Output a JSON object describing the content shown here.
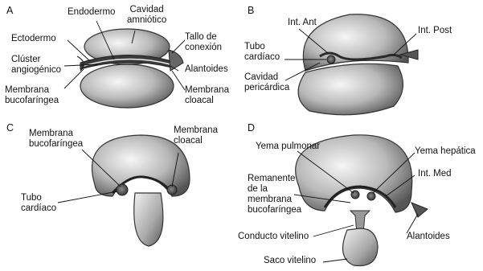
{
  "panels": [
    {
      "letter": "A",
      "labels": {
        "endodermo": "Endodermo",
        "cavidad_amniotica": "Cavidad\namniótico",
        "ectodermo": "Ectodermo",
        "tallo_conexion": "Tallo de\nconexión",
        "cluster_angiogenico": "Clúster\nangiogénico",
        "alantoides": "Alantoides",
        "membrana_bucofaringea": "Membrana\nbucofaríngea",
        "membrana_cloacal": "Membrana\ncloacal"
      }
    },
    {
      "letter": "B",
      "labels": {
        "int_ant": "Int. Ant",
        "int_post": "Int. Post",
        "tubo_cardiaco": "Tubo\ncardíaco",
        "cavidad_pericardica": "Cavidad\npericárdica"
      }
    },
    {
      "letter": "C",
      "labels": {
        "membrana_bucofaringea": "Membrana\nbucofaríngea",
        "membrana_cloacal": "Membrana\ncloacal",
        "tubo_cardiaco": "Tubo\ncardíaco"
      }
    },
    {
      "letter": "D",
      "labels": {
        "yema_pulmonar": "Yema pulmonar",
        "yema_hepatica": "Yema hepática",
        "int_med": "Int. Med",
        "remanente": "Remanente\nde la\nmembrana\nbucofaríngea",
        "alantoides": "Alantoides",
        "conducto_vitelino": "Conducto vitelino",
        "saco_vitelino": "Saco vitelino"
      }
    }
  ]
}
